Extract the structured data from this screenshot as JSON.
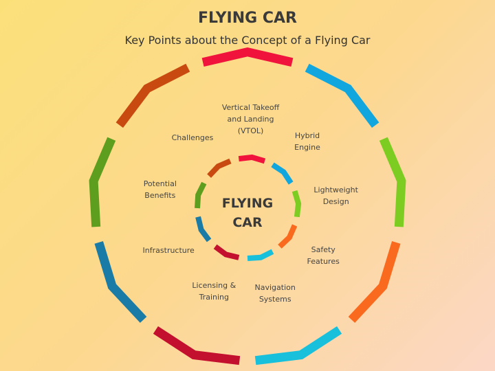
{
  "title": "FLYING CAR",
  "subtitle": "Key Points about the Concept of a Flying Car",
  "center": {
    "line1": "FLYING",
    "line2": "CAR"
  },
  "points": [
    {
      "lines": [
        "Vertical Takeoff",
        "and Landing",
        "(VTOL)"
      ],
      "color": "#f0143c"
    },
    {
      "lines": [
        "Hybrid",
        "Engine"
      ],
      "color": "#12a6de"
    },
    {
      "lines": [
        "Lightweight",
        "Design"
      ],
      "color": "#7ccc22"
    },
    {
      "lines": [
        "Safety",
        "Features"
      ],
      "color": "#fa6a1e"
    },
    {
      "lines": [
        "Navigation",
        "Systems"
      ],
      "color": "#18c0dc"
    },
    {
      "lines": [
        "Licensing &",
        "Training"
      ],
      "color": "#c2102e"
    },
    {
      "lines": [
        "Infrastructure"
      ],
      "color": "#1a7ca6"
    },
    {
      "lines": [
        "Potential",
        "Benefits"
      ],
      "color": "#5e9e1e"
    },
    {
      "lines": [
        "Challenges"
      ],
      "color": "#c84a10"
    }
  ]
}
